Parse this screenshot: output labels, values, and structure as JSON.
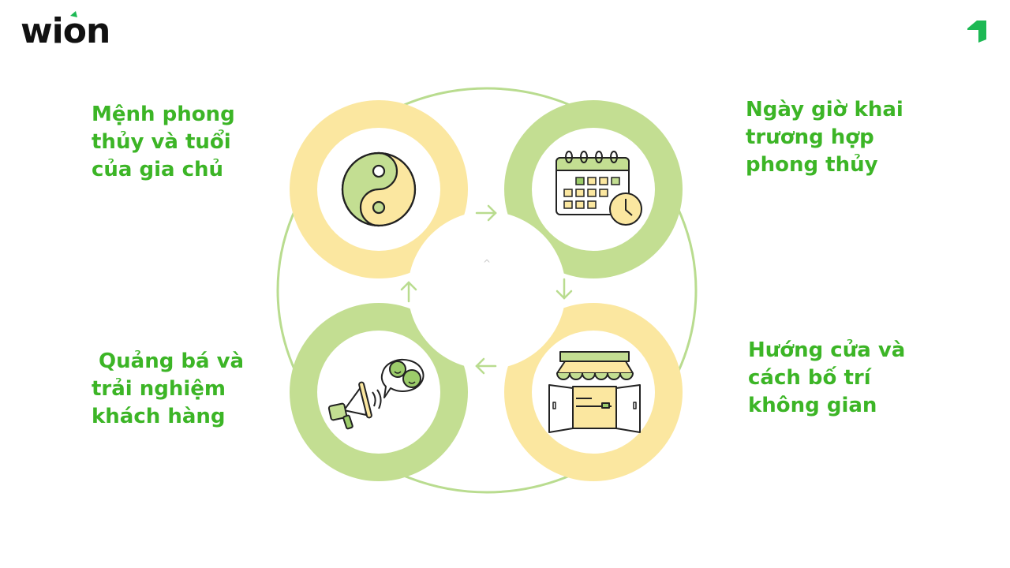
{
  "brand": {
    "logo_text": "wion",
    "accent_color": "#1db954",
    "corner_icon": "arrow-up-right-icon"
  },
  "colors": {
    "text_green": "#3cb526",
    "ring_yellow": "#fbe7a0",
    "ring_green": "#c3de92",
    "outline": "#222222",
    "connector": "#b9dc8f"
  },
  "diagram": {
    "center_glyph": "^",
    "steps": [
      {
        "position": "top-left",
        "icon": "yin-yang-icon",
        "ring_color": "yellow",
        "lines": [
          "Mệnh phong",
          "thủy và tuổi",
          "của gia chủ"
        ]
      },
      {
        "position": "top-right",
        "icon": "calendar-clock-icon",
        "ring_color": "green",
        "lines": [
          "Ngày giờ khai",
          "trương hợp",
          "phong thủy"
        ]
      },
      {
        "position": "bottom-right",
        "icon": "storefront-icon",
        "ring_color": "yellow",
        "lines": [
          "Hướng cửa và",
          "cách bố trí",
          "không gian"
        ]
      },
      {
        "position": "bottom-left",
        "icon": "megaphone-smiley-icon",
        "ring_color": "green",
        "lines": [
          " Quảng bá và",
          "trải nghiệm",
          "khách hàng"
        ]
      }
    ],
    "arrows": [
      {
        "from": "top-left",
        "to": "top-right",
        "direction": "right"
      },
      {
        "from": "top-right",
        "to": "bottom-right",
        "direction": "down"
      },
      {
        "from": "bottom-right",
        "to": "bottom-left",
        "direction": "left"
      },
      {
        "from": "bottom-left",
        "to": "top-left",
        "direction": "up"
      }
    ]
  }
}
